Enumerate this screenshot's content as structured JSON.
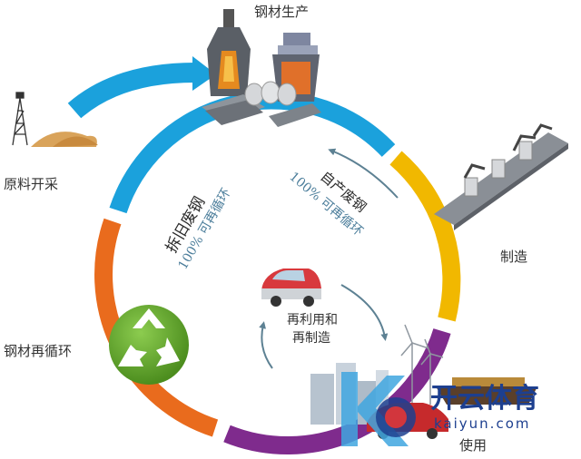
{
  "stages": {
    "steel_production": "钢材生产",
    "manufacturing": "制造",
    "use": "使用",
    "recycling": "钢材再循环",
    "mining": "原料开采"
  },
  "inner": {
    "scrap_old": "拆旧废钢",
    "scrap_own": "自产废钢",
    "percent_label": "100% 可再循环",
    "reuse_line1": "再利用和",
    "reuse_line2": "再制造"
  },
  "watermark": {
    "brand": "开云体育",
    "url": "kaiyun.com"
  },
  "colors": {
    "blue_arc": "#1ba1dc",
    "yellow_arc": "#f1b800",
    "purple_arc": "#7f2b8d",
    "orange_arc": "#e96b1d",
    "recycle_green": "#66a82d",
    "percent_text": "#4c7e9b",
    "arrow": "#5d8193"
  },
  "icons": [
    "oil-rig-icon",
    "sand-pile-icon",
    "blast-furnace-icon",
    "steel-coils-icon",
    "robot-assembly-line-icon",
    "car-icon",
    "city-buildings-icon",
    "wind-turbine-icon",
    "recycle-icon"
  ]
}
